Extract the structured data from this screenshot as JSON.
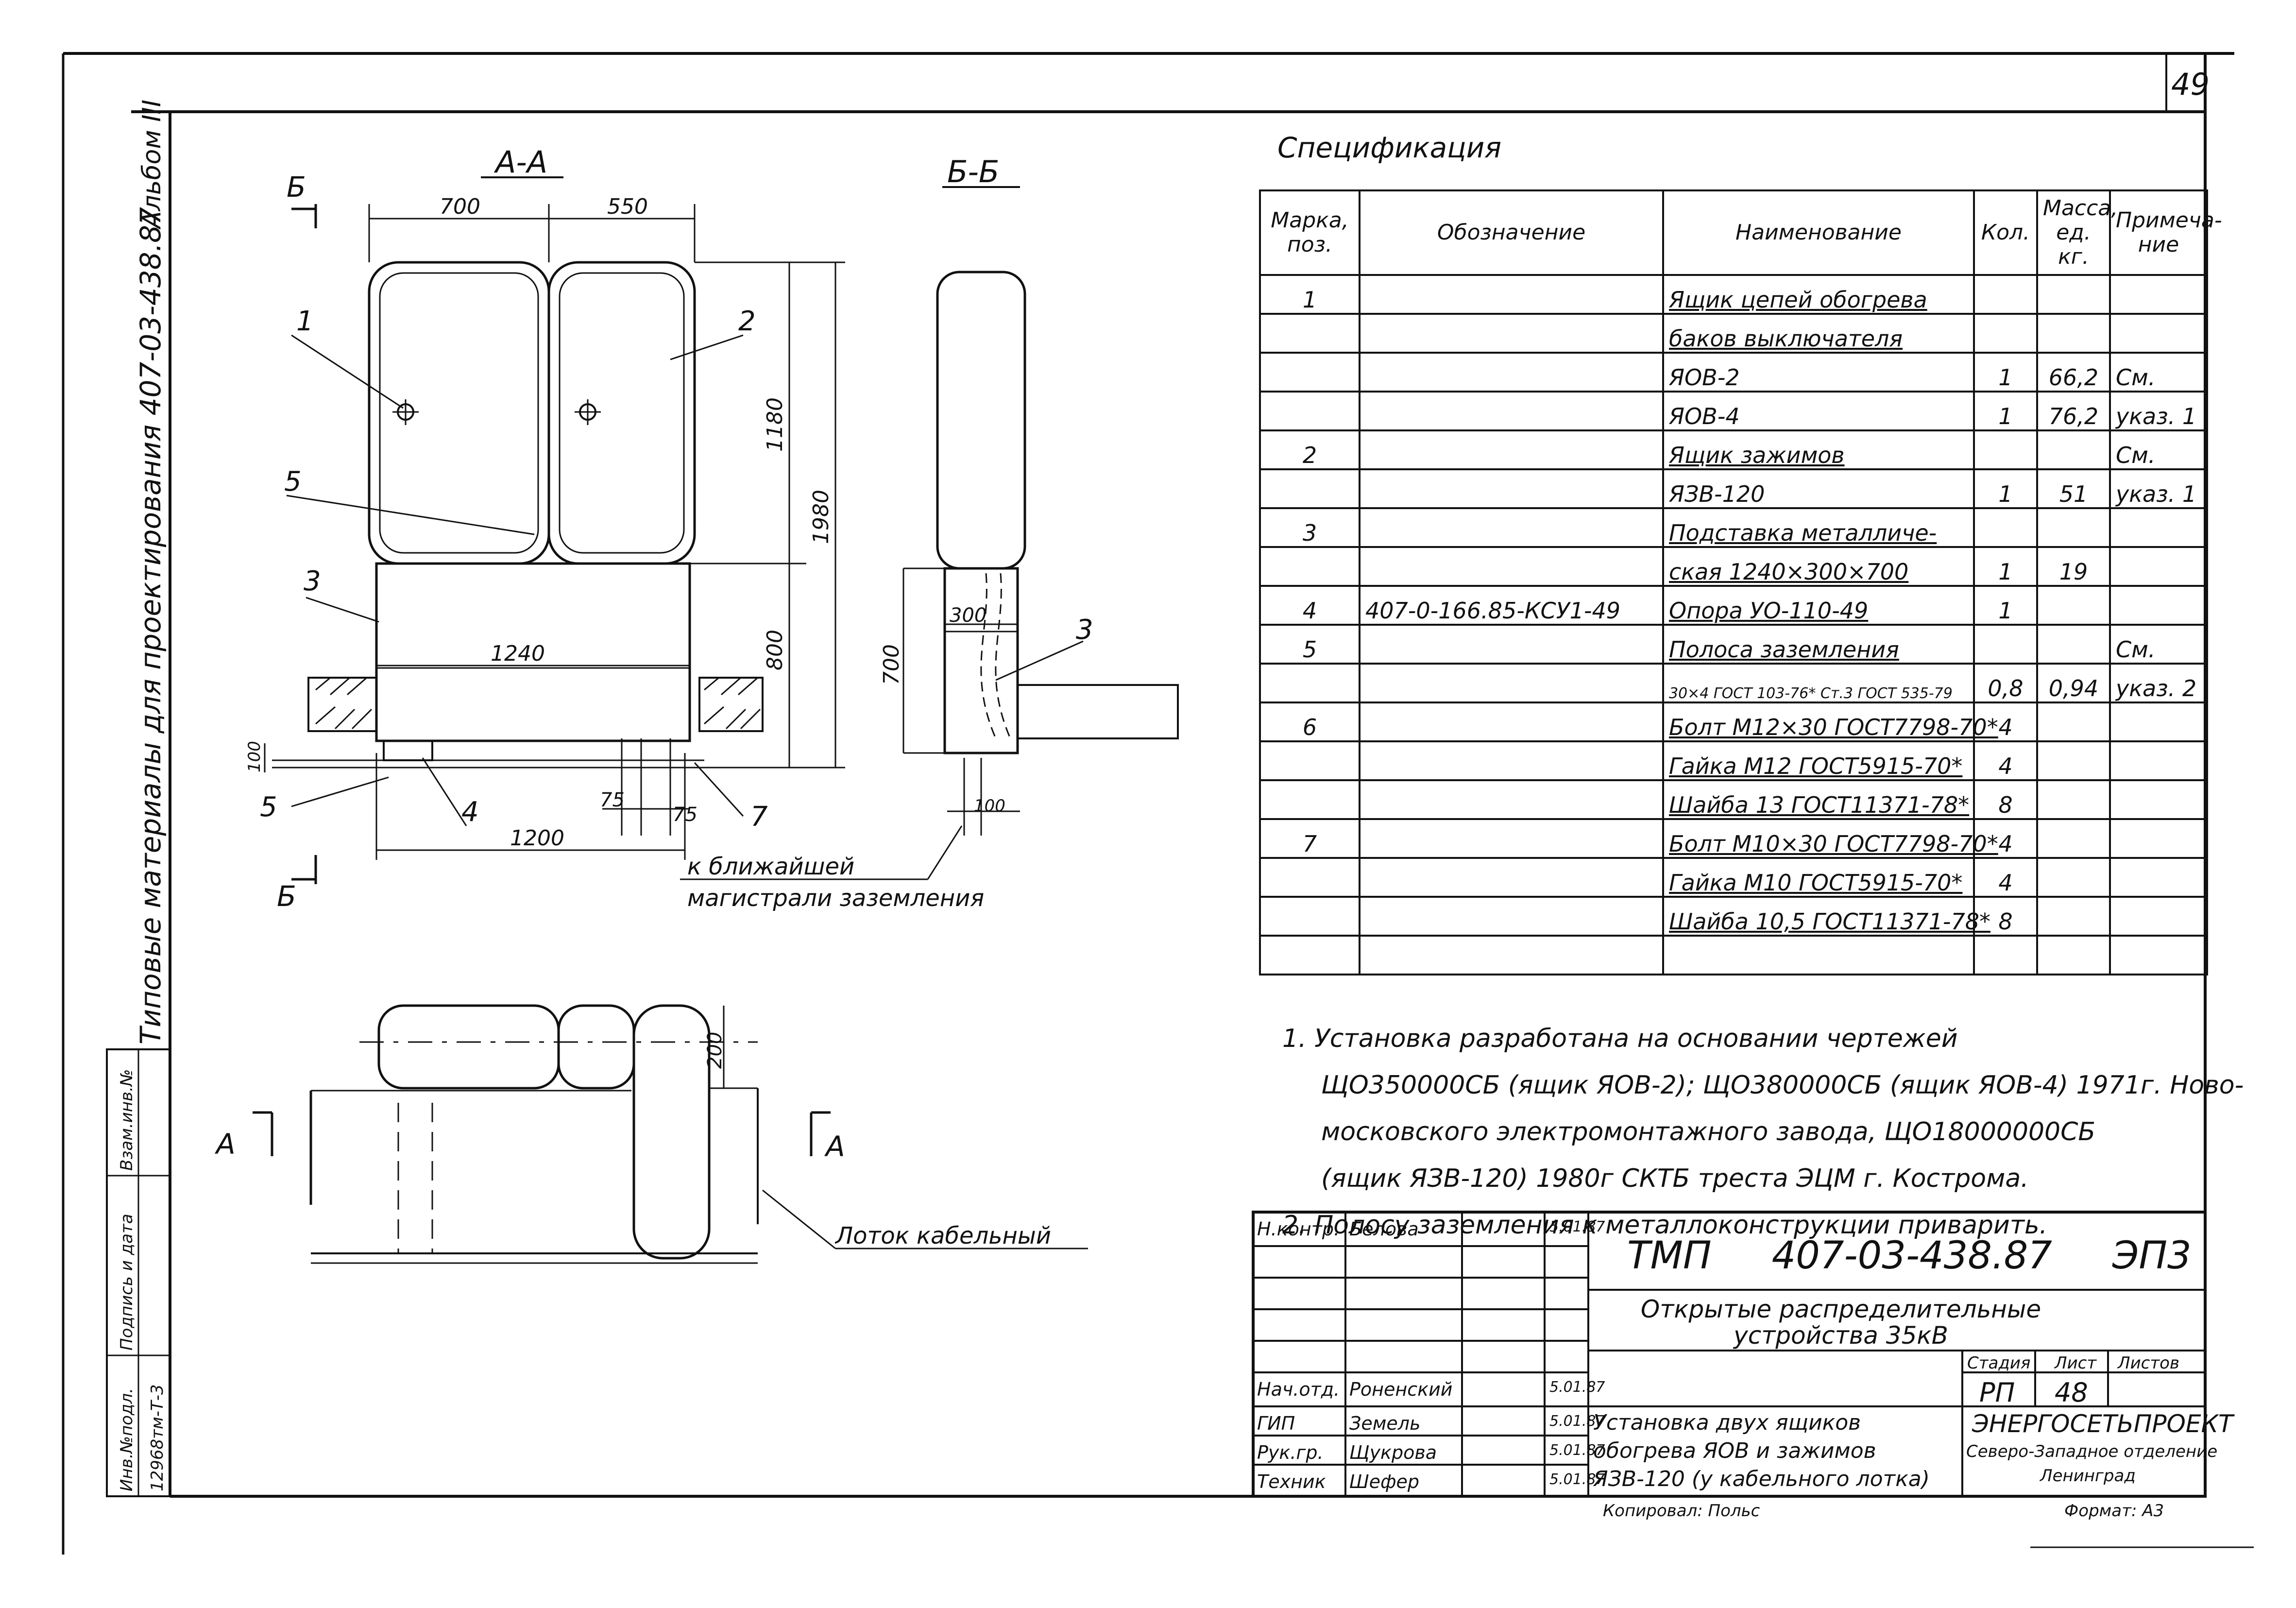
{
  "sheet": {
    "page_number": "49",
    "album": "Альбом III",
    "series_side": "Типовые материалы для проектирования 407-03-438.87",
    "stamp_labels": [
      "Инв.№подл.",
      "Подпись и дата",
      "Взам.инв.№"
    ],
    "inv_number": "12968тм-Т-3"
  },
  "drawing": {
    "section_aa": "А-А",
    "section_bb": "Б-Б",
    "section_mark_b": "Б",
    "section_mark_a": "А",
    "dims": {
      "w700": "700",
      "w550": "550",
      "h1180": "1180",
      "h1980": "1980",
      "h800": "800",
      "w1240": "1240",
      "w1200": "1200",
      "d75a": "75",
      "d75b": "75",
      "h100": "100",
      "w300": "300",
      "h700": "700",
      "h200": "200"
    },
    "callouts": [
      "1",
      "2",
      "5",
      "3",
      "5",
      "4",
      "7",
      "3"
    ],
    "note_grounding": [
      "к ближайшей",
      "магистрали заземления"
    ],
    "tray_label": "Лоток кабельный"
  },
  "spec": {
    "title": "Спецификация",
    "headers": [
      "Марка, поз.",
      "Обозначение",
      "Наименование",
      "Кол.",
      "Масса, ед. кг.",
      "Примеча- ние"
    ],
    "rows": [
      {
        "pos": "1",
        "code": "",
        "name": "Ящик цепей обогрева",
        "qty": "",
        "mass": "",
        "note": "",
        "u": true
      },
      {
        "pos": "",
        "code": "",
        "name": "баков выключателя",
        "qty": "",
        "mass": "",
        "note": "",
        "u": true
      },
      {
        "pos": "",
        "code": "",
        "name": "ЯОВ-2",
        "qty": "1",
        "mass": "66,2",
        "note": "См."
      },
      {
        "pos": "",
        "code": "",
        "name": "ЯОВ-4",
        "qty": "1",
        "mass": "76,2",
        "note": "указ. 1"
      },
      {
        "pos": "2",
        "code": "",
        "name": "Ящик зажимов",
        "qty": "",
        "mass": "",
        "note": "См.",
        "u": true
      },
      {
        "pos": "",
        "code": "",
        "name": "ЯЗВ-120",
        "qty": "1",
        "mass": "51",
        "note": "указ. 1"
      },
      {
        "pos": "3",
        "code": "",
        "name": "Подставка металличе-",
        "qty": "",
        "mass": "",
        "note": "",
        "u": true
      },
      {
        "pos": "",
        "code": "",
        "name": "ская 1240×300×700",
        "qty": "1",
        "mass": "19",
        "note": "",
        "u": true
      },
      {
        "pos": "4",
        "code": "407-0-166.85-КСУ1-49",
        "name": "Опора УО-110-49",
        "qty": "1",
        "mass": "",
        "note": "",
        "u": true
      },
      {
        "pos": "5",
        "code": "",
        "name": "Полоса заземления",
        "qty": "",
        "mass": "",
        "note": "См.",
        "u": true
      },
      {
        "pos": "",
        "code": "",
        "name": "30×4 ГОСТ 103-76* Ст.3 ГОСТ 535-79",
        "qty": "0,8",
        "mass": "0,94",
        "note": "указ. 2",
        "small": true
      },
      {
        "pos": "6",
        "code": "",
        "name": "Болт М12×30 ГОСТ7798-70*",
        "qty": "4",
        "mass": "",
        "note": "",
        "u": true
      },
      {
        "pos": "",
        "code": "",
        "name": "Гайка М12 ГОСТ5915-70*",
        "qty": "4",
        "mass": "",
        "note": "",
        "u": true
      },
      {
        "pos": "",
        "code": "",
        "name": "Шайба 13 ГОСТ11371-78*",
        "qty": "8",
        "mass": "",
        "note": "",
        "u": true
      },
      {
        "pos": "7",
        "code": "",
        "name": "Болт М10×30 ГОСТ7798-70*",
        "qty": "4",
        "mass": "",
        "note": "",
        "u": true
      },
      {
        "pos": "",
        "code": "",
        "name": "Гайка М10 ГОСТ5915-70*",
        "qty": "4",
        "mass": "",
        "note": "",
        "u": true
      },
      {
        "pos": "",
        "code": "",
        "name": "Шайба 10,5 ГОСТ11371-78*",
        "qty": "8",
        "mass": "",
        "note": "",
        "u": true
      },
      {
        "pos": "",
        "code": "",
        "name": "",
        "qty": "",
        "mass": "",
        "note": ""
      }
    ]
  },
  "notes": [
    "1.  Установка разработана на основании чертежей",
    "ЩО350000СБ (ящик ЯОВ-2); ЩО380000СБ (ящик ЯОВ-4) 1971г. Ново-",
    "московского электромонтажного завода, ЩО18000000СБ",
    "(ящик ЯЗВ-120) 1980г СКТБ треста ЭЦМ г. Кострома.",
    "2.  Полосу заземления к металлоконструкции приварить."
  ],
  "title_block": {
    "doc_code": "ТМП     407-03-438.87     ЭП3",
    "project": "Открытые распределительные устройства 35кВ",
    "drawing_title": "Установка двух ящиков обогрева ЯОВ и зажимов ЯЗВ-120 (у кабельного лотка)",
    "stage_label": "Стадия",
    "sheet_label": "Лист",
    "sheets_label": "Листов",
    "stage": "РП",
    "sheet": "48",
    "sheets": "",
    "org1": "ЭНЕРГОСЕТЬПРОЕКТ",
    "org2": "Северо-Западное отделение",
    "org3": "Ленинград",
    "copied": "Копировал: Польс",
    "format": "Формат: А3",
    "people": [
      {
        "role": "Н.контр.",
        "name": "Белова",
        "date": "5.01.87"
      },
      {
        "role": "",
        "name": "",
        "date": ""
      },
      {
        "role": "",
        "name": "",
        "date": ""
      },
      {
        "role": "",
        "name": "",
        "date": ""
      },
      {
        "role": "Нач.отд.",
        "name": "Роненский",
        "date": "5.01.87"
      },
      {
        "role": "ГИП",
        "name": "Земель",
        "date": "5.01.87"
      },
      {
        "role": "Рук.гр.",
        "name": "Щукрова",
        "date": "5.01.87"
      },
      {
        "role": "Техник",
        "name": "Шефер",
        "date": "5.01.87"
      }
    ]
  }
}
